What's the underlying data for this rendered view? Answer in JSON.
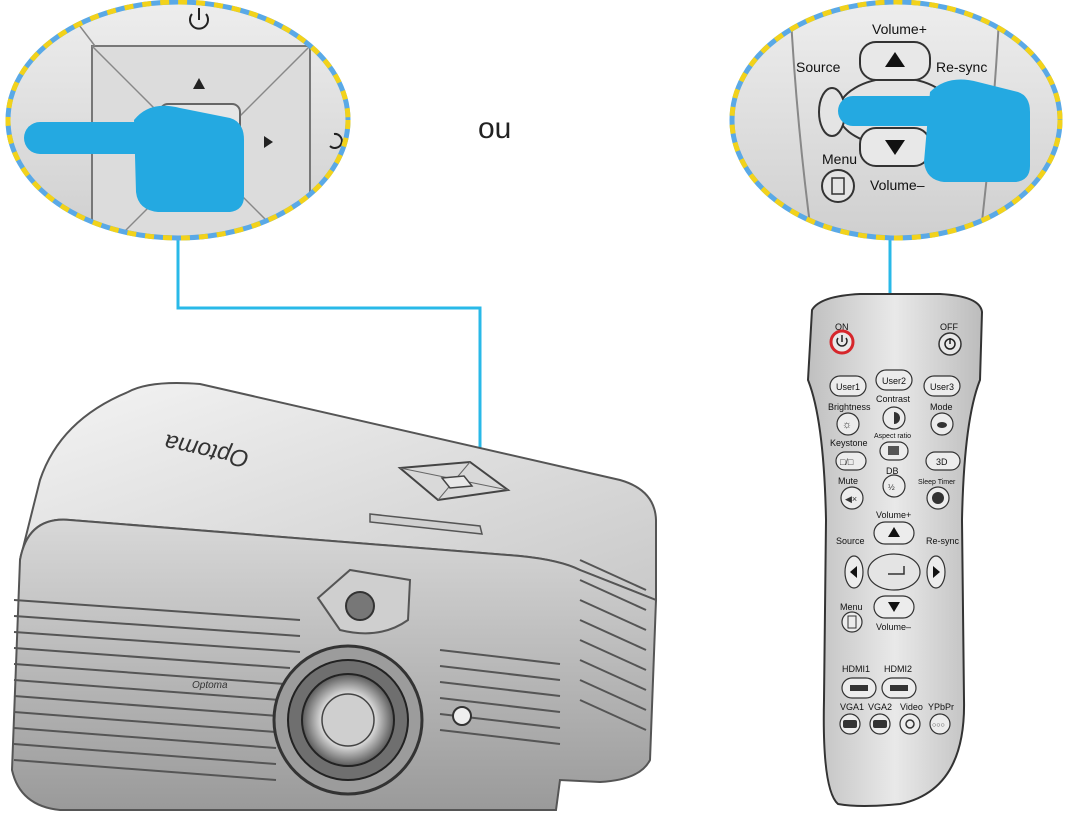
{
  "separator_text": "ou",
  "colors": {
    "connector": "#29b9e8",
    "hand": "#24a9e1",
    "magnifier_dash_yellow": "#f2d21b",
    "magnifier_dash_blue": "#5aa9e6",
    "power_on_ring": "#d6262b"
  },
  "projector": {
    "brand": "Optoma",
    "keypad_icons": [
      "power-icon",
      "up-arrow-icon",
      "enter-icon",
      "right-arrow-icon",
      "source-icon",
      "resync-icon"
    ]
  },
  "remote_zoom": {
    "volume_up": "Volume+",
    "volume_down": "Volume–",
    "source": "Source",
    "resync": "Re-sync",
    "menu": "Menu"
  },
  "remote": {
    "on": "ON",
    "off": "OFF",
    "user1": "User1",
    "user2": "User2",
    "user3": "User3",
    "brightness": "Brightness",
    "contrast": "Contrast",
    "mode": "Mode",
    "keystone": "Keystone",
    "aspect_ratio": "Aspect ratio",
    "three_d": "3D",
    "db": "DB",
    "mute": "Mute",
    "sleep_timer": "Sleep Timer",
    "volume_up": "Volume+",
    "source": "Source",
    "resync": "Re-sync",
    "menu": "Menu",
    "volume_down": "Volume–",
    "hdmi1": "HDMI1",
    "hdmi2": "HDMI2",
    "vga1": "VGA1",
    "vga2": "VGA2",
    "video": "Video",
    "ypbpr": "YPbPr"
  }
}
